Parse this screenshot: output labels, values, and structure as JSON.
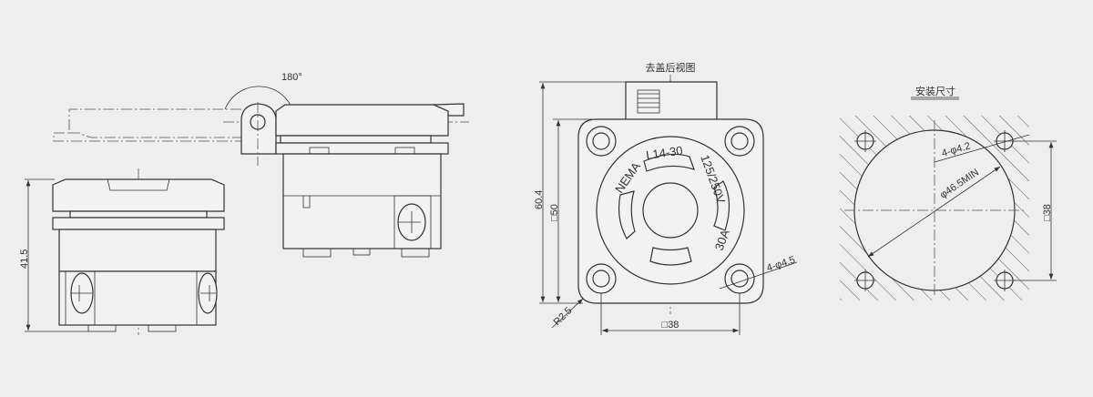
{
  "front_view": {
    "height_dim": "41.5"
  },
  "side_view": {
    "rotation_label": "180°"
  },
  "rear_view": {
    "title": "去盖后视图",
    "height_dim": "60.4",
    "plate_dim": "□50",
    "hole_spacing_dim": "□38",
    "corner_radius_dim": "R2.5",
    "hole_dim": "4-φ4.5",
    "marking_nema": "NEMA",
    "marking_model": "L14-30",
    "marking_voltage": "125/250V",
    "marking_current": "30A"
  },
  "mounting_view": {
    "title": "安装尺寸",
    "hole_dim": "4-φ4.2",
    "cutout_dim": "φ46.5MIN",
    "hole_spacing_dim": "□38"
  },
  "colors": {
    "background": "#eeeeee",
    "line": "#333333"
  }
}
